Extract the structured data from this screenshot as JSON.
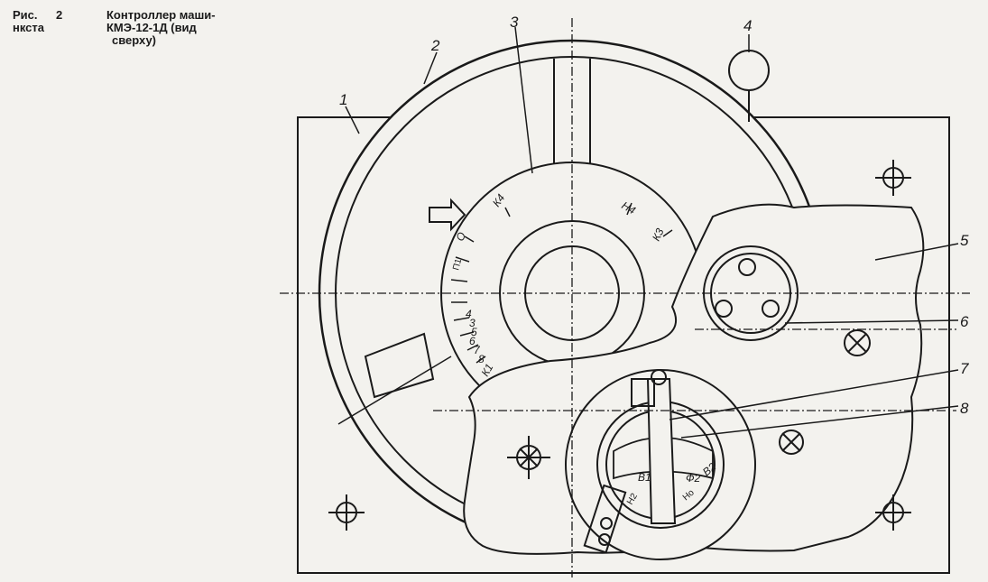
{
  "figure": {
    "label_a": "Рис.",
    "label_b": "нкста",
    "number": "2",
    "title_line1": "Контроллер маши-",
    "title_line2": "КМЭ-12-1Д      (вид",
    "title_line3": "сверху)"
  },
  "callouts": [
    "1",
    "2",
    "3",
    "4",
    "5",
    "6",
    "7",
    "8"
  ],
  "dial_marks": {
    "n4": "Н4",
    "k4": "К4",
    "k3": "К3",
    "o": "O",
    "p1": "П1",
    "k1": "К1",
    "s8": "8",
    "s7": "7",
    "s6": "6",
    "s5": "5",
    "s4": "4",
    "s3": "3"
  },
  "lower_dial": {
    "v1": "В1",
    "v2": "В2",
    "f2": "Ф2",
    "no": "Но",
    "n2": "Н2"
  }
}
